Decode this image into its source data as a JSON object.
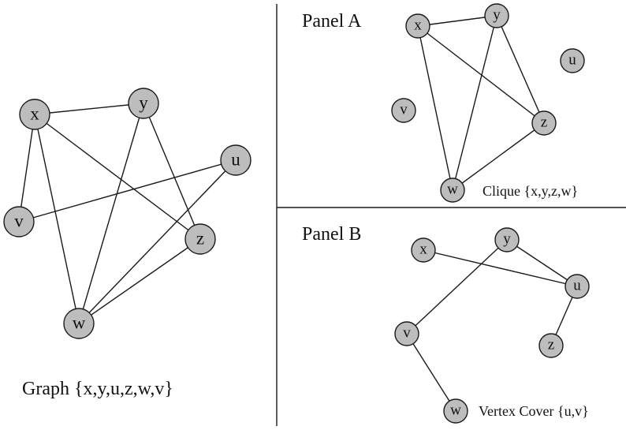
{
  "main_graph": {
    "caption": "Graph {x,y,u,z,w,v}",
    "nodes": {
      "x": "x",
      "y": "y",
      "u": "u",
      "z": "z",
      "w": "w",
      "v": "v"
    },
    "edges": [
      [
        "x",
        "y"
      ],
      [
        "x",
        "v"
      ],
      [
        "x",
        "w"
      ],
      [
        "x",
        "z"
      ],
      [
        "y",
        "w"
      ],
      [
        "y",
        "z"
      ],
      [
        "v",
        "u"
      ],
      [
        "u",
        "w"
      ],
      [
        "z",
        "w"
      ]
    ]
  },
  "panel_a": {
    "title": "Panel A",
    "caption": "Clique {x,y,z,w}",
    "nodes": {
      "x": "x",
      "y": "y",
      "u": "u",
      "v": "v",
      "z": "z",
      "w": "w"
    },
    "edges": [
      [
        "x",
        "y"
      ],
      [
        "x",
        "z"
      ],
      [
        "x",
        "w"
      ],
      [
        "y",
        "z"
      ],
      [
        "y",
        "w"
      ],
      [
        "z",
        "w"
      ]
    ]
  },
  "panel_b": {
    "title": "Panel B",
    "caption": "Vertex Cover {u,v}",
    "nodes": {
      "x": "x",
      "y": "y",
      "u": "u",
      "v": "v",
      "z": "z",
      "w": "w"
    },
    "edges": [
      [
        "x",
        "u"
      ],
      [
        "y",
        "u"
      ],
      [
        "u",
        "z"
      ],
      [
        "y",
        "v"
      ],
      [
        "v",
        "w"
      ]
    ]
  },
  "colors": {
    "node_fill": "#bdbdbd",
    "stroke": "#1a1a1a",
    "background": "#ffffff"
  }
}
